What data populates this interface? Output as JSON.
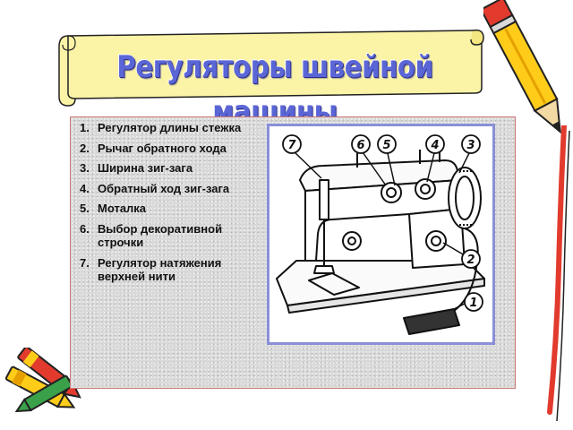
{
  "title": "Регуляторы швейной машины",
  "items": [
    {
      "num": "1.",
      "text": "Регулятор длины стежка"
    },
    {
      "num": "2.",
      "text": "Рычаг обратного хода"
    },
    {
      "num": "3.",
      "text": "Ширина зиг-зага"
    },
    {
      "num": "4.",
      "text": "Обратный ход зиг-зага"
    },
    {
      "num": "5.",
      "text": "Моталка"
    },
    {
      "num": "6.",
      "text": "Выбор декоративной строчки"
    },
    {
      "num": "7.",
      "text": "Регулятор натяжения верхней нити"
    }
  ],
  "diagram_callouts": [
    "7",
    "6",
    "5",
    "4",
    "3",
    "2",
    "1"
  ],
  "colors": {
    "title_text": "#5b66d6",
    "scroll_fill": "#fbf3a6",
    "panel_border": "#cc7777",
    "diagram_border": "#8a8fd8"
  },
  "icons": [
    "scroll-banner",
    "yellow-pencil-icon",
    "crayons-icon",
    "sewing-machine-drawing"
  ]
}
